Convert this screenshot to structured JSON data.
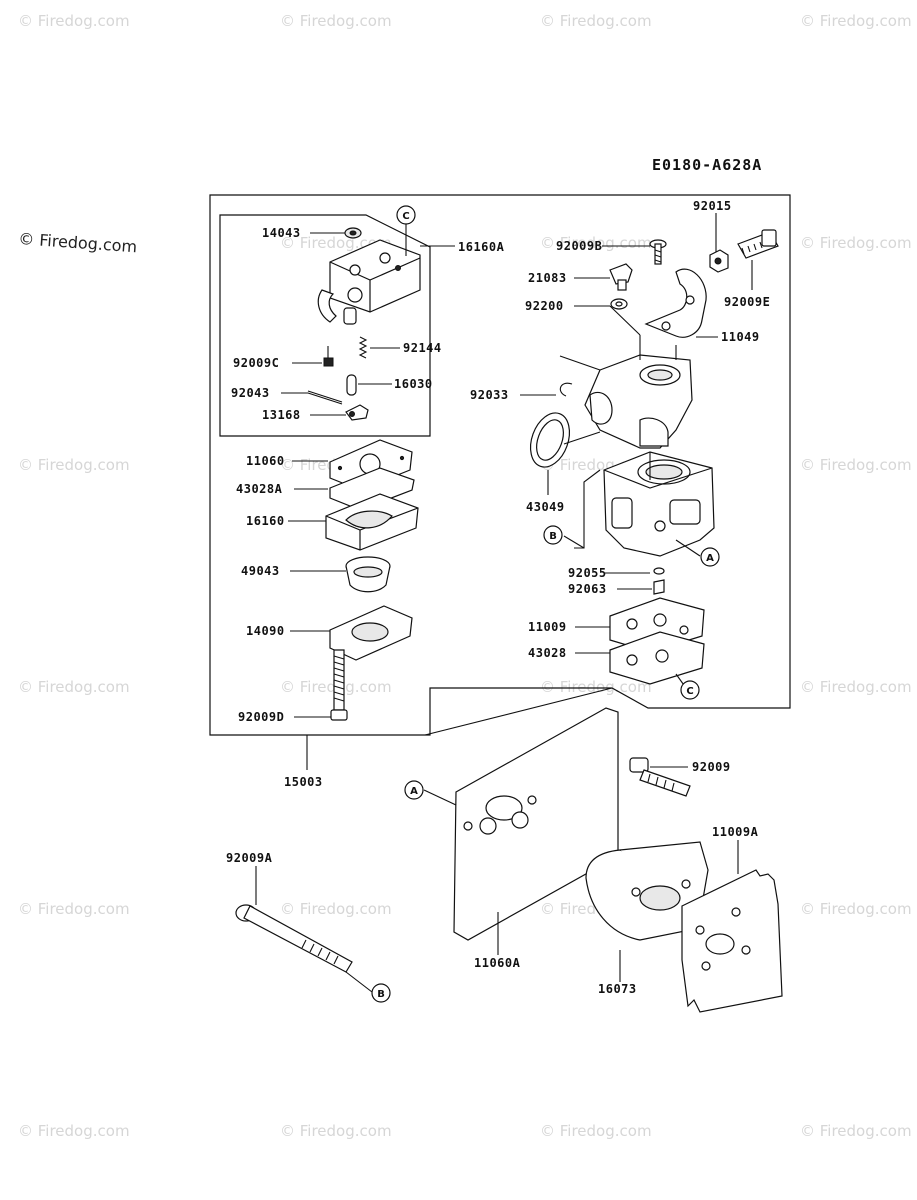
{
  "diagram_code": "E0180-A628A",
  "watermark_text": "© Firedog.com",
  "side_watermark_text": "© Firedog.com",
  "part_labels": {
    "p14043": "14043",
    "p16160A": "16160A",
    "p92144": "92144",
    "p92009C": "92009C",
    "p92043": "92043",
    "p16030": "16030",
    "p13168": "13168",
    "p11060": "11060",
    "p43028A": "43028A",
    "p16160": "16160",
    "p49043": "49043",
    "p14090": "14090",
    "p92009D": "92009D",
    "p15003": "15003",
    "p92015": "92015",
    "p92009B": "92009B",
    "p21083": "21083",
    "p92009E": "92009E",
    "p92200": "92200",
    "p11049": "11049",
    "p92033": "92033",
    "p43049": "43049",
    "p92055": "92055",
    "p92063": "92063",
    "p11009": "11009",
    "p43028": "43028",
    "p92009": "92009",
    "p11009A": "11009A",
    "p92009A": "92009A",
    "p11060A": "11060A",
    "p16073": "16073"
  },
  "callouts": {
    "a": "A",
    "b": "B",
    "c": "C"
  }
}
